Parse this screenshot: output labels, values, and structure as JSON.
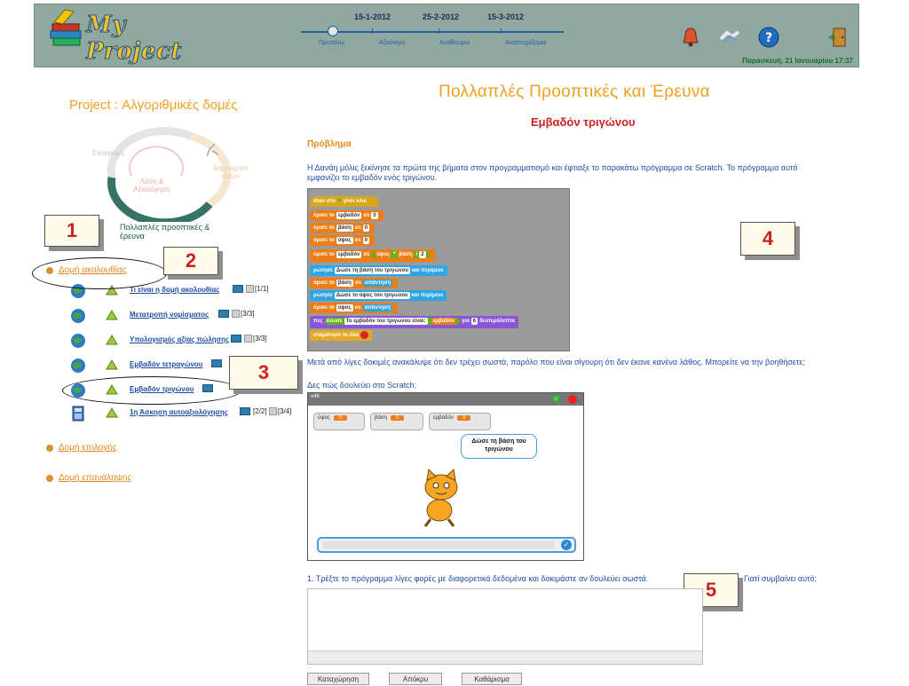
{
  "header": {
    "logo_text": "My Project",
    "timeline": {
      "dates": [
        "15-1-2012",
        "25-2-2012",
        "15-3-2012"
      ],
      "stages": [
        "Προτείνω",
        "Αξιολογώ",
        "Αναθεωρώ",
        "Αναστοχάζομαι"
      ]
    },
    "icons": [
      "bell-icon",
      "handshake-icon",
      "help-icon",
      "exit-door-icon"
    ],
    "datetime": "Παρασκευή, 21 Ιανουαρίου  17:37"
  },
  "sidebar": {
    "project_title": "Project : Αλγοριθμικές δομές",
    "cycle_labels": {
      "top": "Εισαγωγή",
      "right": "Δημιουργία ιδεών",
      "center": "Λύση & Αξιολόγηση"
    },
    "cycle_active": "Πολλαπλές προοπτικές & έρευνα",
    "categories": [
      {
        "label": "Δομή ακολουθίας"
      },
      {
        "label": "Δομή επιλογής"
      },
      {
        "label": "Δομή επανάληψης"
      }
    ],
    "items": [
      {
        "label": "Τι είναι η δομή ακολουθίας",
        "count": "[1/1]"
      },
      {
        "label": "Μετατροπή νομίσματος",
        "count": "[3/3]"
      },
      {
        "label": "Υπολογισμός αξίας πώλησης",
        "count": "[3/3]"
      },
      {
        "label": "Εμβαδόν τετραγώνου",
        "count": ""
      },
      {
        "label": "Εμβαδόν τριγώνου",
        "count": ""
      },
      {
        "label": "1η Άσκηση αυτοαξιολόγησης",
        "count": "[2/2]",
        "count2": "[3/4]"
      }
    ]
  },
  "callouts": [
    "1",
    "2",
    "3",
    "4",
    "5"
  ],
  "main": {
    "title": "Πολλαπλές Προοπτικές και Έρευνα",
    "subtitle": "Εμβαδόν τριγώνου",
    "problem_heading": "Πρόβλημα",
    "problem_text_1": "Η Δανάη μόλις ξεκίνησε τα πρώτα της βήματα στον προγραμματισμό και έφτιαξε το παρακάτω πρόγραμμα σε Scratch. Το πρόγραμμα αυτό",
    "problem_text_2": "εμφανίζει το εμβαδόν ενός τριγώνου.",
    "after_code_text": "Μετά από λίγες δοκιμές ανακάλυψε ότι δεν τρέχει σωστά, παρόλο που είναι σίγουρη ότι δεν έκανε κανένα λάθος. Μπορείτε να την βοηθήσετε;",
    "see_text": "Δες πώς δουλεύει στο Scratch:",
    "question_1_a": "1. Τρέξτε το πρόγραμμα λίγες φορές με διαφορετικά δεδομένα και δοκιμάστε αν δουλεύει σωστά.",
    "question_1_b": "Γιατί συμβαίνει αυτό;",
    "buttons": [
      "Καταχώρηση",
      "Απόκρυ",
      "Καθάρισμα"
    ]
  },
  "scratch_code": {
    "hat": [
      "όταν στο",
      "γίνει κλικ"
    ],
    "set_word": "όρισε το",
    "to_word": "σε",
    "vars": [
      "εμβαδόν",
      "βάση",
      "ύψος"
    ],
    "zero": "0",
    "mult": "*",
    "div": "/",
    "two": "2",
    "ask_1": "Δώσε τη βάση του τριγώνου",
    "ask_2": "Δώσε το ύψος του τριγώνου",
    "ask_word": "ρώτησε",
    "wait_word": "και περίμενε",
    "answer_word": "απάντηση",
    "say_word": "πες",
    "join_word": "ένωσε",
    "join_text": "Το εμβαδόν του τριγώνου είναι:",
    "for_word": "για",
    "six": "6",
    "seconds": "δευτερόλεπτα",
    "stop_all": "σταμάτησέ τα όλα"
  },
  "stage": {
    "title": "v48",
    "monitors": [
      {
        "name": "ύψος",
        "value": "0"
      },
      {
        "name": "βάση",
        "value": "0"
      },
      {
        "name": "εμβαδόν",
        "value": "0"
      }
    ],
    "speech": "Δώσε τη βάση του τριγώνου"
  },
  "colors": {
    "header_bg": "#8fa9a1",
    "accent_orange": "#f0a020",
    "link_blue": "#1e4ea6",
    "callout_red": "#cc1f1f"
  }
}
